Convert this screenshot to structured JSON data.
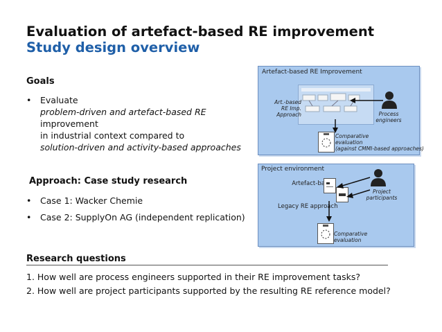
{
  "header": {
    "title": "Evaluation of artefact-based RE improvement",
    "subtitle": "Study design overview"
  },
  "goals": {
    "heading": "Goals",
    "bullet": "•",
    "item_line1": "Evaluate",
    "item_line2_it": "problem-driven and artefact-based RE",
    "item_line2_rest": " improvement",
    "item_line3": "in industrial context compared to",
    "item_line4_it": "solution-driven and activity-based approaches"
  },
  "approach": {
    "heading": "Approach: Case study research",
    "items": [
      "Case 1: Wacker Chemie",
      "Case 2: SupplyOn AG (independent replication)"
    ]
  },
  "research": {
    "heading": "Research questions",
    "questions": [
      "1.  How well are process engineers supported in their RE improvement tasks?",
      "2.  How well are project participants supported by the resulting RE reference model?"
    ]
  },
  "panel_top": {
    "title": "Artefact-based RE Improvement",
    "approach_label": [
      "Art.-based",
      "RE Imp.",
      "Approach"
    ],
    "actor_label": [
      "Process",
      "engineers"
    ],
    "eval_label": [
      "Comparative",
      "evaluation",
      "(against CMMI-based approaches)"
    ]
  },
  "panel_bottom": {
    "title": "Project environment",
    "artefact_label": [
      "Artefact-based",
      "RE"
    ],
    "legacy_label": "Legacy RE approach",
    "actor_label": [
      "Project",
      "participants"
    ],
    "eval_label": [
      "Comparative",
      "evaluation"
    ]
  },
  "colors": {
    "title_blue": "#1f5fa8",
    "panel_fill": "#a9c9ee"
  },
  "icons": [
    "person-icon",
    "document-icon",
    "clipboard-icon",
    "arrow-icon"
  ]
}
